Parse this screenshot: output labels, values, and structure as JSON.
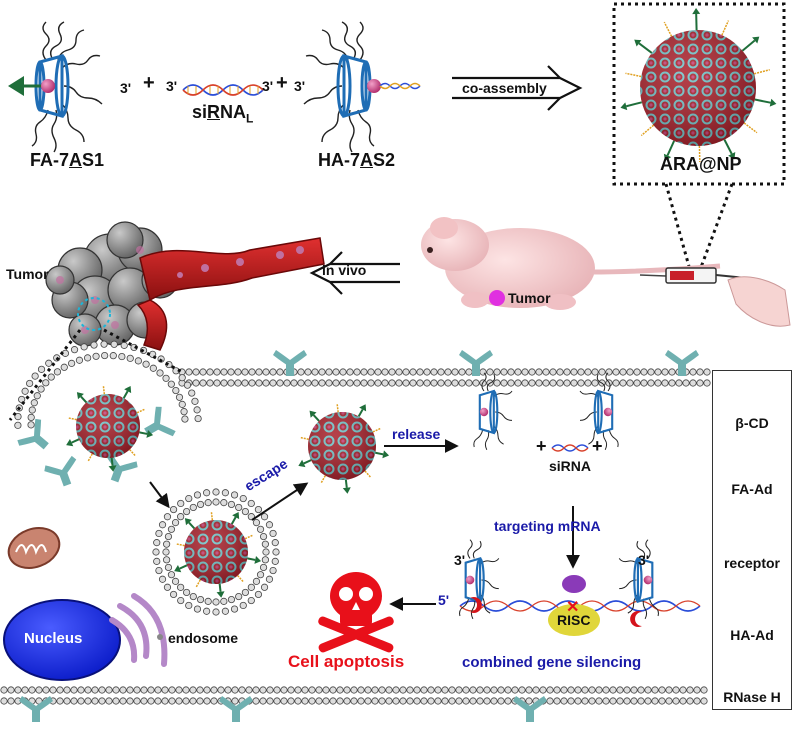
{
  "top_labels": {
    "fa_7as1_pre": "FA-7",
    "fa_7as1_u": "A",
    "fa_7as1_post": "S1",
    "sirna_pre": "si",
    "sirna_u": "R",
    "sirna_post": "NA",
    "sirna_sub": "L",
    "ha_7as2_pre": "HA-7",
    "ha_7as2_u": "A",
    "ha_7as2_post": "S2",
    "ara_np": "ARA@NP",
    "three_prime": "3'",
    "plus": "+"
  },
  "arrows": {
    "co_assembly": "co-assembly",
    "in_vivo": "in vivo",
    "escape": "escape",
    "release": "release",
    "targeting_mrna": "targeting mRNA"
  },
  "scene": {
    "tumor": "Tumor",
    "mouse_tumor": "Tumor",
    "nucleus": "Nucleus",
    "endosome": "endosome",
    "sirna": "siRNA",
    "risc": "RISC",
    "cell_apoptosis": "Cell apoptosis",
    "combined_gene_silencing": "combined gene silencing",
    "five_prime": "5'",
    "three_prime": "3'"
  },
  "legend": [
    {
      "label": "β-CD",
      "icon": "beta-cd-icon"
    },
    {
      "label": "FA-Ad",
      "icon": "fa-ad-icon"
    },
    {
      "label": "receptor",
      "icon": "receptor-icon"
    },
    {
      "label": "HA-Ad",
      "icon": "ha-ad-icon"
    },
    {
      "label": "RNase H",
      "icon": "rnase-h-icon"
    }
  ],
  "colors": {
    "beta_cd": "#1f6db5",
    "fa_green": "#1f6e3a",
    "ad_magenta": "#c8407a",
    "receptor_teal": "#6fb0b0",
    "np_red": "#a8202a",
    "rnase_red": "#d4141c",
    "nucleus_blue": "#1a2ee8",
    "risc_yellow": "#e0d63a",
    "mito": "#c98470",
    "golgi": "#b488c8"
  }
}
